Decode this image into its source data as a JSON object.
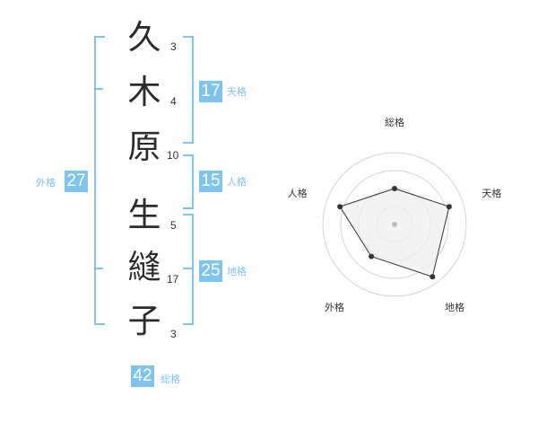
{
  "name": {
    "characters": [
      {
        "char": "久",
        "strokes": "3"
      },
      {
        "char": "木",
        "strokes": "4"
      },
      {
        "char": "原",
        "strokes": "10"
      },
      {
        "char": "生",
        "strokes": "5"
      },
      {
        "char": "縫",
        "strokes": "17"
      },
      {
        "char": "子",
        "strokes": "3"
      }
    ]
  },
  "fortune": {
    "tenkaku": {
      "value": "17",
      "label": "天格"
    },
    "jinkaku": {
      "value": "15",
      "label": "人格"
    },
    "chikaku": {
      "value": "25",
      "label": "地格"
    },
    "gaikaku": {
      "value": "27",
      "label": "外格"
    },
    "soukaku": {
      "value": "42",
      "label": "総格"
    }
  },
  "chart_data": {
    "type": "radar",
    "axes": [
      "総格",
      "天格",
      "地格",
      "外格",
      "人格"
    ],
    "values": [
      0.5,
      0.8,
      0.9,
      0.55,
      0.8
    ],
    "range": [
      0,
      1
    ],
    "rings": 4,
    "colors": {
      "ring": "#d4d4d4",
      "fill": "#efefef",
      "line": "#333333",
      "point": "#333333",
      "center": "#bbbbbb"
    }
  },
  "colors": {
    "accent": "#7fc4ef",
    "text": "#2b2b2b"
  }
}
